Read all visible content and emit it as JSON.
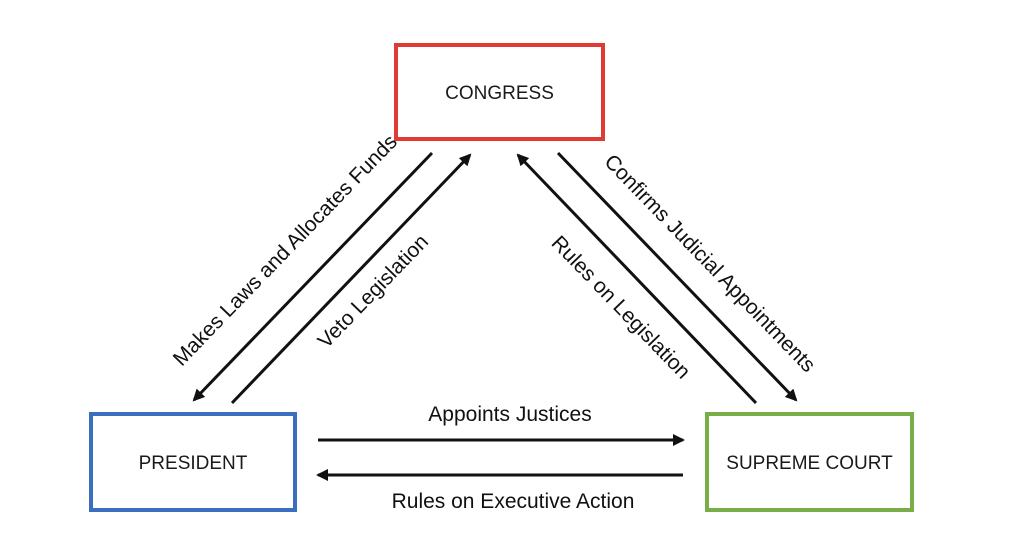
{
  "nodes": {
    "congress": {
      "label": "CONGRESS",
      "border_color": "#e03a35"
    },
    "president": {
      "label": "PRESIDENT",
      "border_color": "#3a6fbf"
    },
    "supreme_court": {
      "label": "SUPREME COURT",
      "border_color": "#78ad48"
    }
  },
  "edges": {
    "makes_laws": {
      "label": "Makes Laws and Allocates Funds",
      "from": "congress",
      "to": "president"
    },
    "veto": {
      "label": "Veto Legislation",
      "from": "president",
      "to": "congress"
    },
    "confirms": {
      "label": "Confirms Judicial Appointments",
      "from": "congress",
      "to": "supreme_court"
    },
    "rules_legislation": {
      "label": "Rules on Legislation",
      "from": "supreme_court",
      "to": "congress"
    },
    "appoints": {
      "label": "Appoints Justices",
      "from": "president",
      "to": "supreme_court"
    },
    "rules_executive": {
      "label": "Rules on Executive Action",
      "from": "supreme_court",
      "to": "president"
    }
  }
}
